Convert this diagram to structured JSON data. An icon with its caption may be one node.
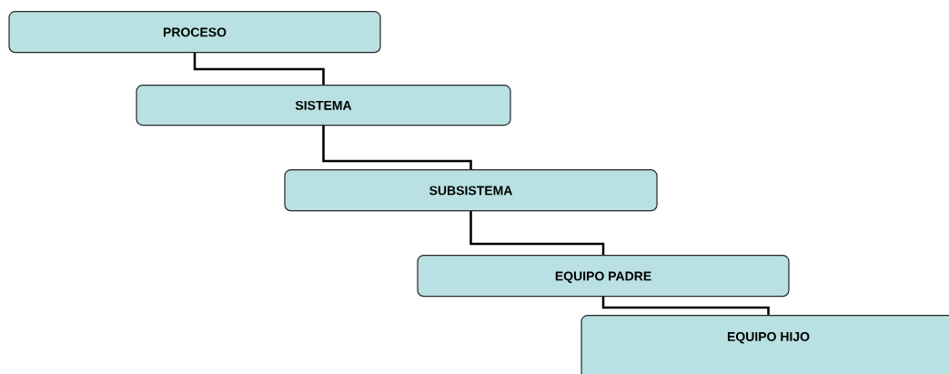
{
  "diagram": {
    "nodes": [
      {
        "text": [
          "PROCESO"
        ]
      },
      {
        "text": [
          "SISTEMA"
        ]
      },
      {
        "text": [
          "SUBSISTEMA"
        ]
      },
      {
        "text": [
          "EQUIPO PADRE"
        ]
      },
      {
        "text": [
          "EQUIPO HIJO"
        ]
      }
    ],
    "edges": [
      {
        "from": 0,
        "to": 1,
        "arrow": "none"
      },
      {
        "from": 1,
        "to": 2,
        "arrow": "none"
      },
      {
        "from": 2,
        "to": 3,
        "arrow": "none"
      },
      {
        "from": 3,
        "to": 4,
        "arrow": "none"
      }
    ]
  }
}
